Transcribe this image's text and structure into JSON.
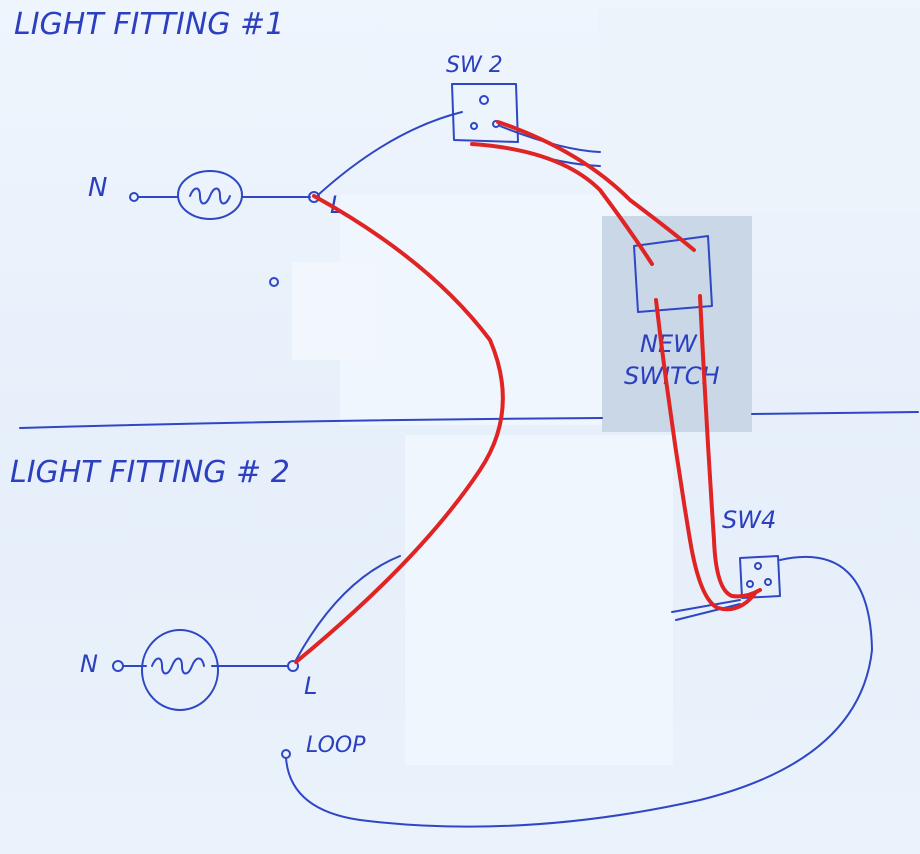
{
  "fitting1": {
    "title": "LIGHT FITTING #1",
    "neutral_label": "N",
    "live_label": "L"
  },
  "fitting2": {
    "title": "LIGHT FITTING # 2",
    "neutral_label": "N",
    "live_label": "L",
    "loop_label": "LOOP"
  },
  "switches": {
    "sw2": "SW 2",
    "sw4": "SW4",
    "new_switch_line1": "NEW",
    "new_switch_line2": "SWITCH"
  },
  "colors": {
    "ink": "#2f47c4",
    "new_wire": "#e02424",
    "paper": "#e9f1fb",
    "patch": "#c9d7e6"
  }
}
